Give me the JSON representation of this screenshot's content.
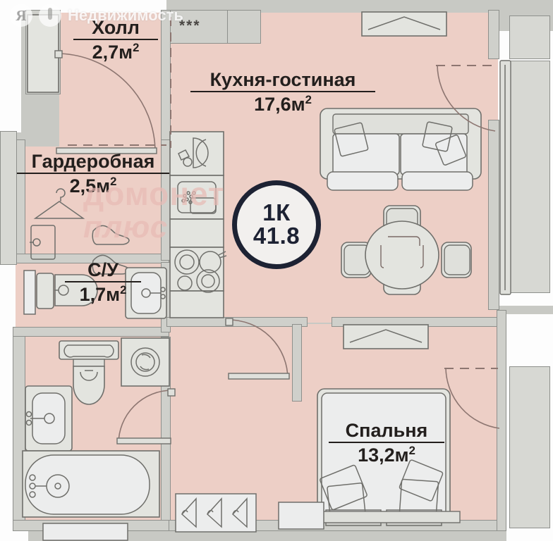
{
  "plan": {
    "title_badge": {
      "rooms": "1К",
      "area": "41.8"
    },
    "rooms": [
      {
        "id": "hall",
        "name": "Холл",
        "area": "2,7",
        "unit": "м"
      },
      {
        "id": "kitchen",
        "name": "Кухня-гостиная",
        "area": "17,6",
        "unit": "м"
      },
      {
        "id": "wardrobe",
        "name": "Гардеробная",
        "area": "2,5",
        "unit": "м"
      },
      {
        "id": "wc",
        "name": "С/У",
        "area": "1,7",
        "unit": "м"
      },
      {
        "id": "bedroom",
        "name": "Спальня",
        "area": "13,2",
        "unit": "м"
      }
    ],
    "niche_marker": "***",
    "colors": {
      "room_fill": "#edcfc6",
      "wall_fill": "#cfd0cb",
      "wall_stroke": "#8e908c",
      "outer_bg": "#c8c9c4",
      "badge_ring": "#1d2233",
      "label_text": "#231f1d"
    }
  },
  "watermarks": {
    "yandex": {
      "logo": "Я",
      "pin_icon": "map-pin-icon",
      "text": "Недвижимость"
    },
    "center": {
      "line1": "домонет",
      "line2": "плюс"
    }
  },
  "furniture": {
    "kitchen_counter": "kitchen-counter",
    "sink": "sink-icon",
    "stove": "stove-icon",
    "sofa": "sofa-icon",
    "dining_set": "dining-table-icon",
    "bed": "bed-icon",
    "bathtub": "bathtub-icon",
    "toilet": "toilet-icon",
    "washer": "washing-machine-icon",
    "wardrobe_hanger": "clothes-hanger-icon"
  }
}
